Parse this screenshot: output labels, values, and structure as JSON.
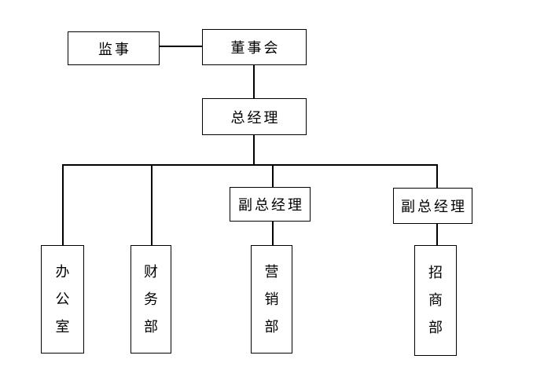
{
  "diagram": {
    "type": "org-chart",
    "colors": {
      "background": "#ffffff",
      "line": "#000000",
      "box_border": "#000000",
      "text": "#000000"
    },
    "nodes": {
      "supervisor": {
        "label": "监事"
      },
      "board": {
        "label": "董事会"
      },
      "general_manager": {
        "label": "总经理"
      },
      "deputy_gm_1": {
        "label": "副总经理"
      },
      "deputy_gm_2": {
        "label": "副总经理"
      },
      "office": {
        "label": "办公室"
      },
      "finance_dept": {
        "label": "财务部"
      },
      "marketing_dept": {
        "label": "营销部"
      },
      "investment_dept": {
        "label": "招商部"
      }
    },
    "edges": [
      {
        "from": "supervisor",
        "to": "board",
        "style": "lateral"
      },
      {
        "from": "board",
        "to": "general_manager",
        "style": "vertical"
      },
      {
        "from": "general_manager",
        "to": "office",
        "style": "branch"
      },
      {
        "from": "general_manager",
        "to": "finance_dept",
        "style": "branch"
      },
      {
        "from": "general_manager",
        "to": "deputy_gm_1",
        "style": "branch"
      },
      {
        "from": "general_manager",
        "to": "deputy_gm_2",
        "style": "branch"
      },
      {
        "from": "deputy_gm_1",
        "to": "marketing_dept",
        "style": "vertical"
      },
      {
        "from": "deputy_gm_2",
        "to": "investment_dept",
        "style": "vertical"
      }
    ]
  }
}
